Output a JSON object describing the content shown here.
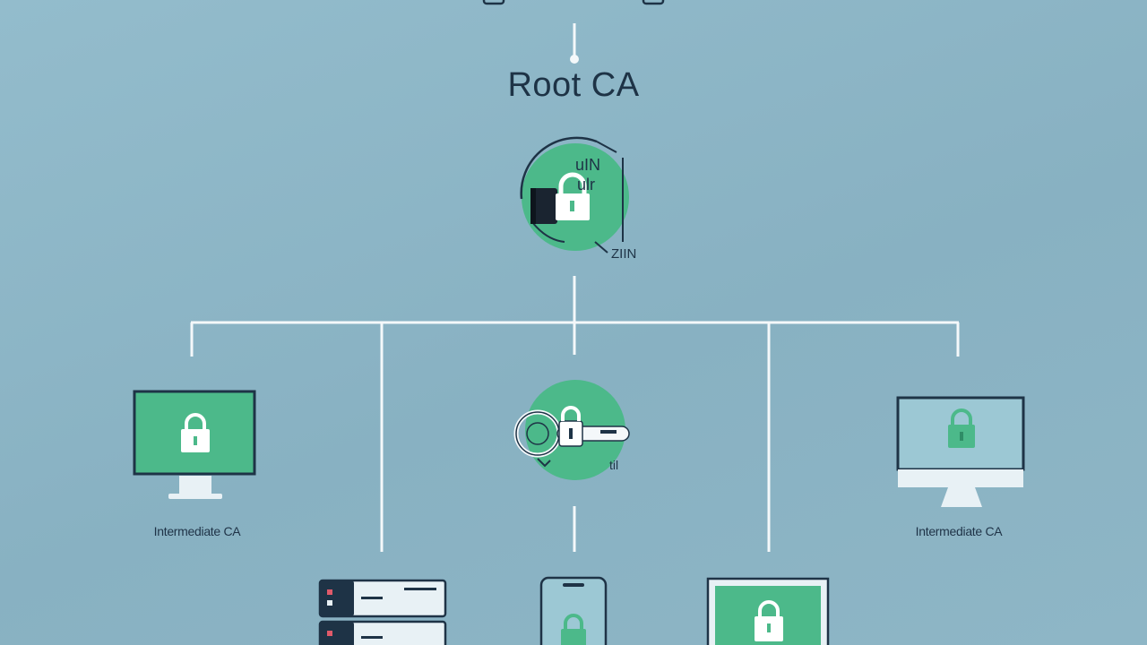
{
  "diagram": {
    "title": "Root CA",
    "root_doodle_text": "uIN",
    "root_doodle_text2": "ulr",
    "root_caption": "ZIIN",
    "key_caption": "til",
    "nodes": [
      {
        "id": "left-intermediate",
        "label": "Intermediate CA"
      },
      {
        "id": "right-intermediate",
        "label": "Intermediate CA"
      }
    ]
  },
  "colors": {
    "background": "#8db5c5",
    "accent_green": "#4cb98a",
    "line": "#f4f8fa",
    "ink": "#1e3346"
  }
}
